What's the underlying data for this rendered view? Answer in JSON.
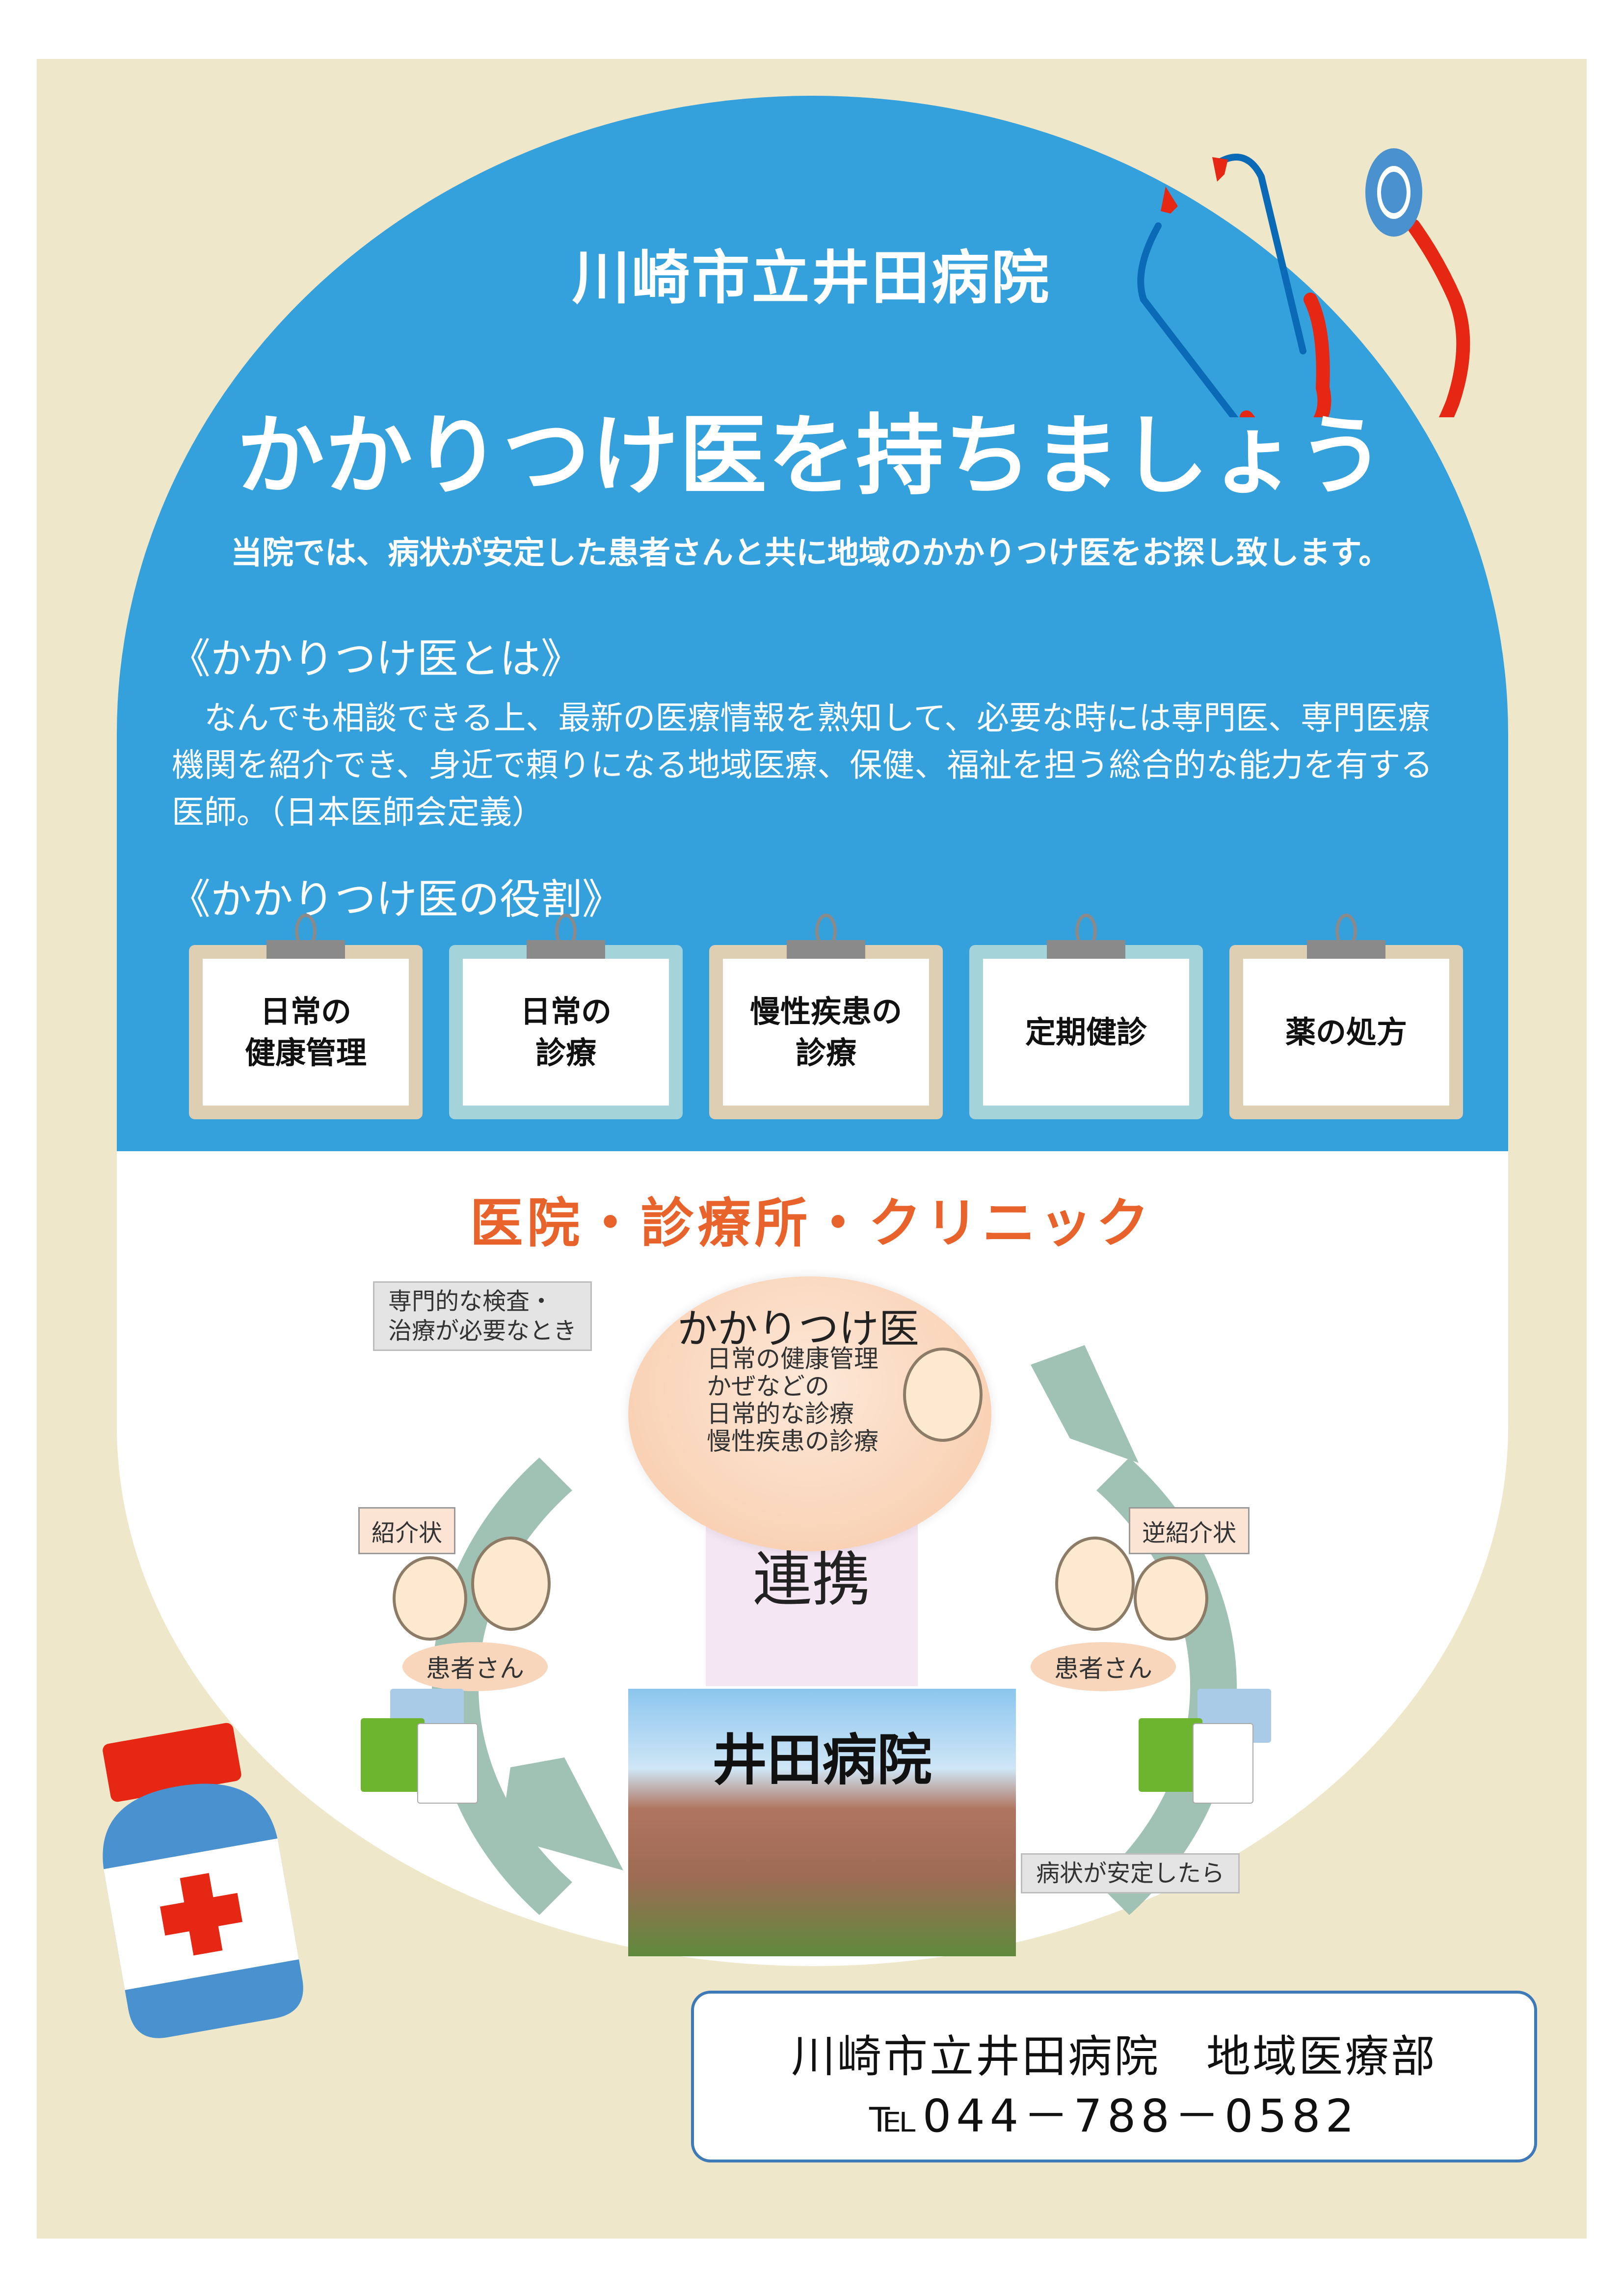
{
  "header": {
    "hospital_name": "川崎市立井田病院",
    "title": "かかりつけ医を持ちましょう",
    "subtitle": "当院では、病状が安定した患者さんと共に地域のかかりつけ医をお探し致します。"
  },
  "definition": {
    "heading": "《かかりつけ医とは》",
    "body": "　なんでも相談できる上、最新の医療情報を熟知して、必要な時には専門医、専門医療機関を紹介でき、身近で頼りになる地域医療、保健、福祉を担う総合的な能力を有する医師。（日本医師会定義）"
  },
  "roles": {
    "heading": "《かかりつけ医の役割》",
    "items": [
      {
        "line1": "日常の",
        "line2": "健康管理",
        "style": "tan"
      },
      {
        "line1": "日常の",
        "line2": "診療",
        "style": "teal"
      },
      {
        "line1": "慢性疾患の",
        "line2": "診療",
        "style": "tan"
      },
      {
        "line1": "定期健診",
        "line2": "",
        "style": "teal"
      },
      {
        "line1": "薬の処方",
        "line2": "",
        "style": "tan"
      }
    ]
  },
  "diagram": {
    "title": "医院・診療所・クリニック",
    "specialist_note": {
      "line1": "専門的な検査・",
      "line2": "治療が必要なとき"
    },
    "gp": {
      "title": "かかりつけ医",
      "lines": [
        "日常の健康管理",
        "かぜなどの",
        "日常的な診療",
        "慢性疾患の診療"
      ]
    },
    "center_label": "連携",
    "referral_left": "紹介状",
    "referral_right": "逆紹介状",
    "patient_left": "患者さん",
    "patient_right": "患者さん",
    "hospital_label": "井田病院",
    "stable_note": "病状が安定したら"
  },
  "contact": {
    "department": "川崎市立井田病院　地域医療部",
    "tel": "℡044－788－0582"
  },
  "colors": {
    "background_beige": "#EFE7C9",
    "primary_blue": "#35A1DC",
    "accent_orange": "#E8632B",
    "stethoscope_red": "#E52713",
    "stethoscope_blue": "#0A6AB5",
    "clipboard_tan": "#DFCFB2",
    "clipboard_teal": "#A4D3D9",
    "arrow_green": "#9FC2B4",
    "contact_border": "#3E79B8"
  },
  "icons": [
    "stethoscope-icon",
    "medicine-bottle-icon",
    "doctor-illustration",
    "patient-couple-illustration",
    "hospital-building-photo"
  ]
}
